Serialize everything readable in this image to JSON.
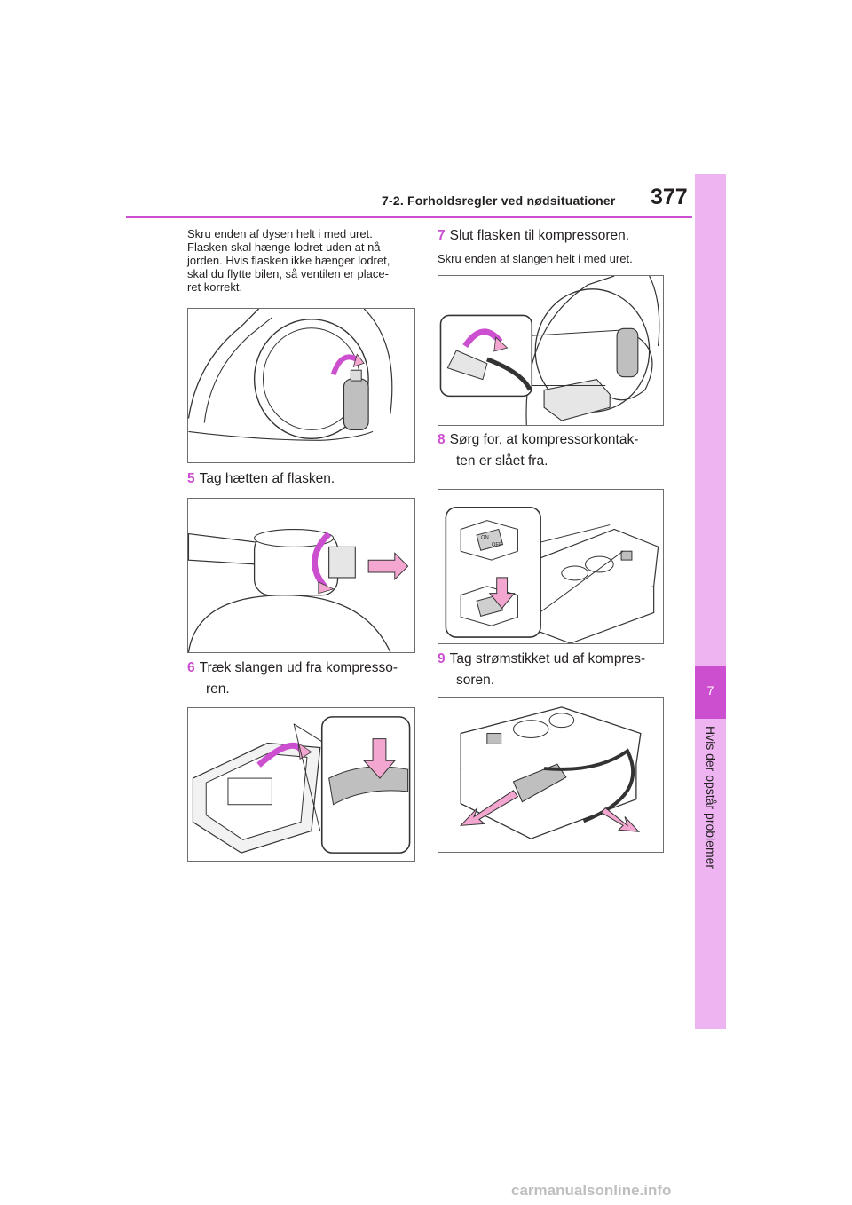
{
  "header": {
    "section_title": "7-2. Forholdsregler ved nødsituationer",
    "page_number": "377"
  },
  "side_tab": {
    "chapter_number": "7",
    "chapter_title": "Hvis der opstår problemer"
  },
  "left_column": {
    "intro_lines": [
      "Skru enden af dysen helt i med uret.",
      "Flasken skal hænge lodret uden at nå",
      "jorden. Hvis flasken ikke hænger lodret,",
      "skal du flytte bilen, så ventilen er place-",
      "ret korrekt."
    ],
    "step5": {
      "number": "5",
      "text": "Tag hætten af flasken."
    },
    "step6": {
      "number": "6",
      "line1": "Træk slangen ud fra kompresso-",
      "line2": "ren."
    }
  },
  "right_column": {
    "step7": {
      "number": "7",
      "text": "Slut flasken til kompressoren."
    },
    "step7_sub": "Skru enden af slangen helt i med uret.",
    "step8": {
      "number": "8",
      "line1": "Sørg for, at kompressorkontak-",
      "line2": "ten er slået fra."
    },
    "step9": {
      "number": "9",
      "line1": "Tag strømstikket ud af kompres-",
      "line2": "soren."
    }
  },
  "switch_labels": {
    "on": "ON",
    "off": "OFF"
  },
  "watermark": "carmanualsonline.info",
  "colors": {
    "accent": "#cc4fd0",
    "tab_light": "#edb4f1",
    "arrow_fill": "#f3a6cf"
  }
}
